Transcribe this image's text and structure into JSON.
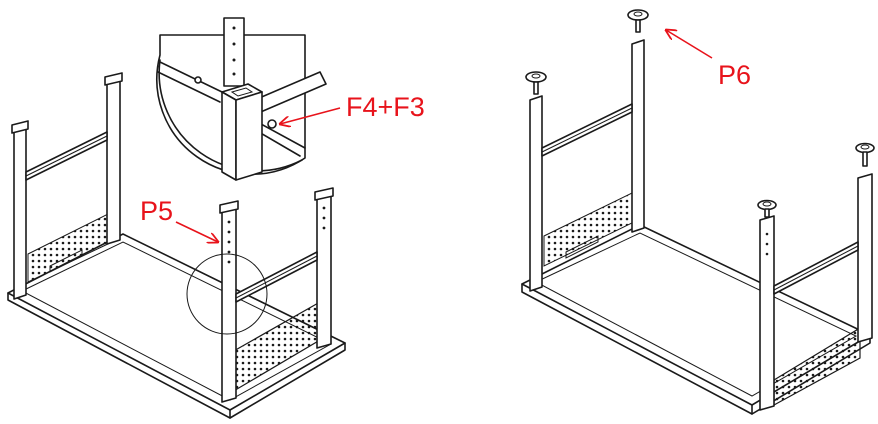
{
  "labels": {
    "left_detail": "F4+F3",
    "left_leg": "P5",
    "right_foot": "P6"
  },
  "colors": {
    "callout": "#e8131b",
    "line": "#1a1a1a",
    "background": "#ffffff"
  }
}
